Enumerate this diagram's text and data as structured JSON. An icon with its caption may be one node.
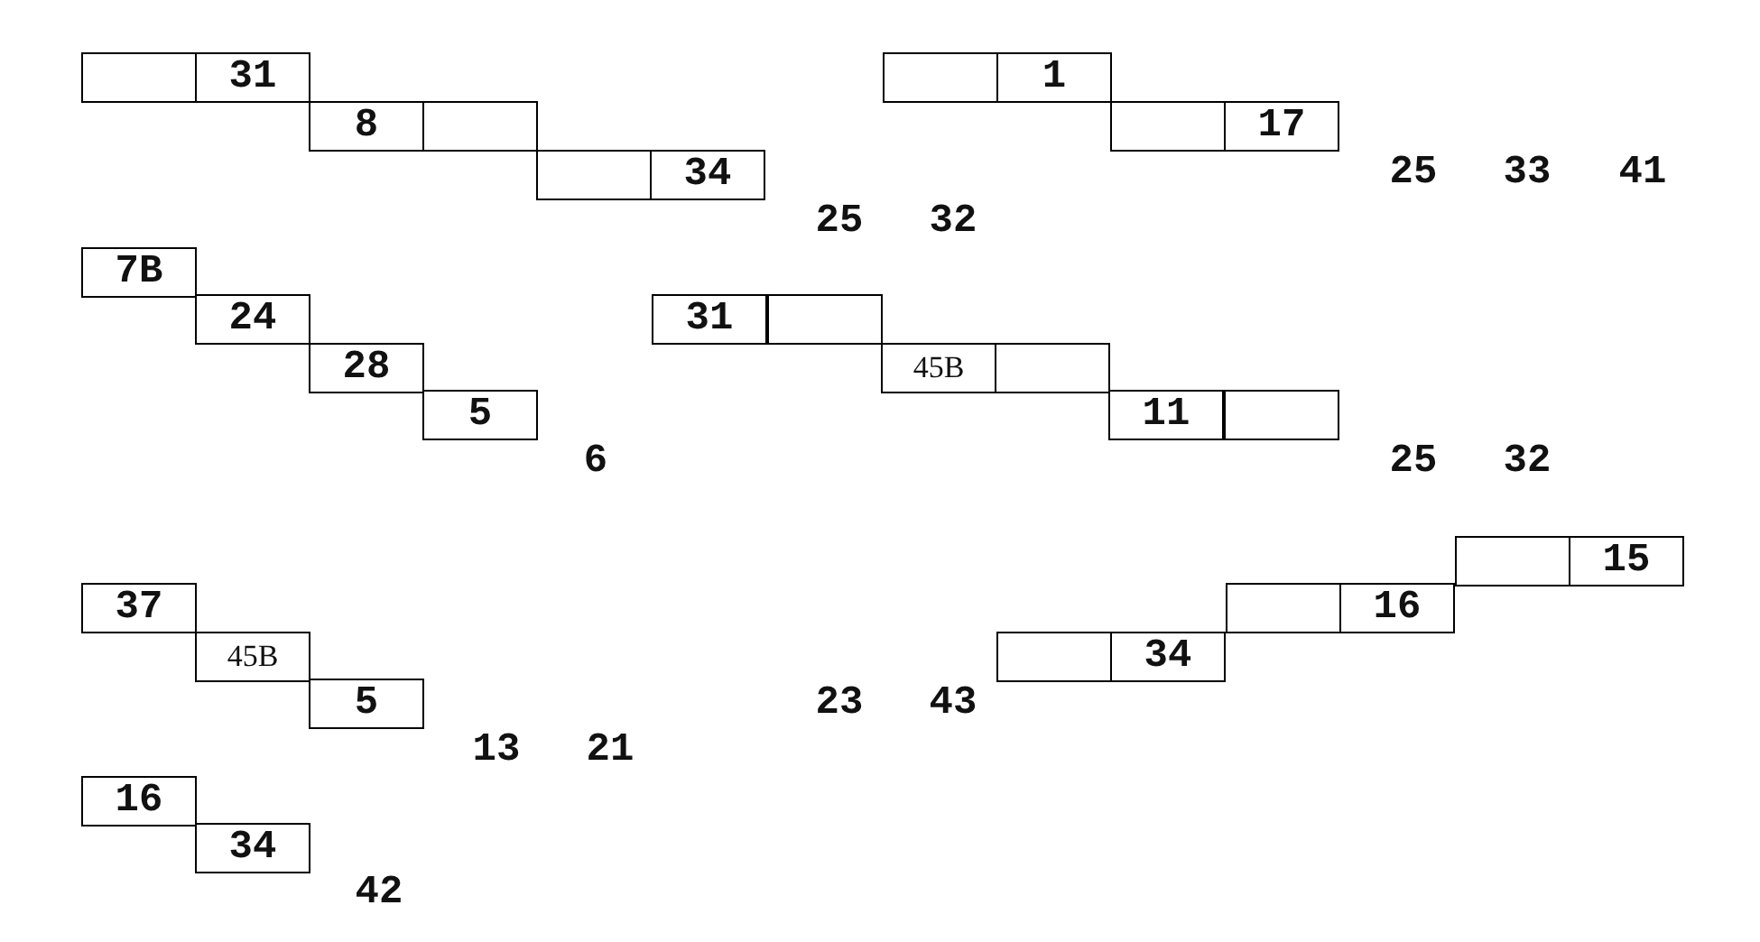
{
  "diagram": {
    "nodes": [
      {
        "text": [],
        "shape": "box"
      },
      {
        "text": [
          "31"
        ]
      },
      {
        "text": [],
        "shape": "box"
      },
      {
        "text": [
          "1"
        ]
      },
      {
        "text": [
          "8"
        ]
      },
      {
        "text": [],
        "shape": "box"
      },
      {
        "text": [],
        "shape": "box"
      },
      {
        "text": [
          "17"
        ]
      },
      {
        "text": [],
        "shape": "box"
      },
      {
        "text": [
          "34"
        ]
      },
      {
        "text": [
          "7B"
        ]
      },
      {
        "text": [
          "24"
        ]
      },
      {
        "text": [
          "31"
        ]
      },
      {
        "text": [],
        "shape": "box"
      },
      {
        "text": [
          "28"
        ]
      },
      {
        "text": [
          "45B"
        ]
      },
      {
        "text": [],
        "shape": "box"
      },
      {
        "text": [
          "5"
        ]
      },
      {
        "text": [
          "11"
        ]
      },
      {
        "text": [],
        "shape": "box"
      },
      {
        "text": [],
        "shape": "box"
      },
      {
        "text": [
          "15"
        ]
      },
      {
        "text": [
          "37"
        ]
      },
      {
        "text": [],
        "shape": "box"
      },
      {
        "text": [
          "16"
        ]
      },
      {
        "text": [
          "45B"
        ]
      },
      {
        "text": [],
        "shape": "box"
      },
      {
        "text": [
          "34"
        ]
      },
      {
        "text": [
          "5"
        ]
      },
      {
        "text": [
          "16"
        ]
      },
      {
        "text": [
          "34"
        ]
      }
    ],
    "labels": [
      "25",
      "33",
      "41",
      "25",
      "32",
      "6",
      "25",
      "32",
      "23",
      "43",
      "13",
      "21",
      "42"
    ]
  }
}
